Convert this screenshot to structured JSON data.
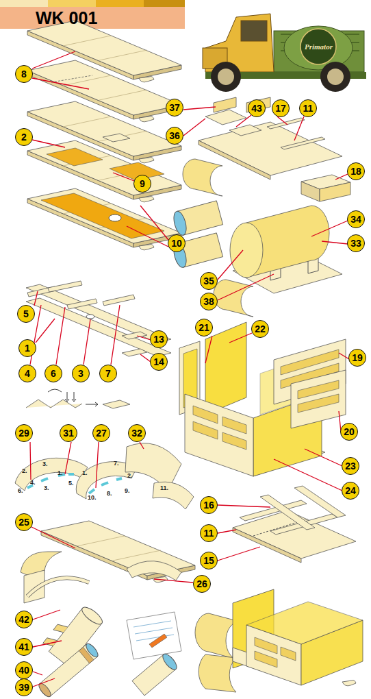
{
  "diagram": {
    "title": "WK 001",
    "labels": [
      "Primator",
      "37",
      "43",
      "17",
      "11",
      "8",
      "36",
      "2",
      "18",
      "9",
      "34",
      "10",
      "33",
      "35",
      "38",
      "5",
      "21",
      "22",
      "13",
      "1",
      "19",
      "14",
      "4",
      "6",
      "3",
      "7",
      "29",
      "31",
      "27",
      "32",
      "20",
      "23",
      "24",
      "16",
      "25",
      "11",
      "15",
      "26",
      "42",
      "41",
      "40",
      "39",
      "2.",
      "3.",
      "1.",
      "4.",
      "6.",
      "3.",
      "5.",
      "7.",
      "1.",
      "10.",
      "2.",
      "8.",
      "9.",
      "11."
    ]
  }
}
